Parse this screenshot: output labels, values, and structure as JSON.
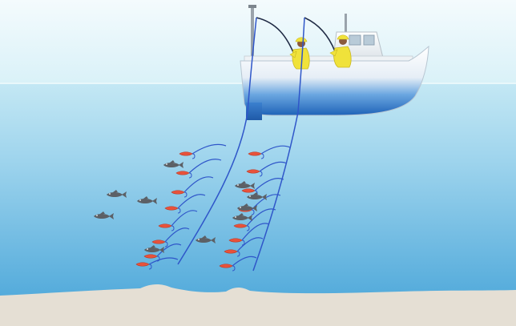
{
  "scene": {
    "sky_color_top": "#f4fbfd",
    "sky_color_bottom": "#d9f1f8",
    "water_color_top": "#bfe6f3",
    "water_color_bottom": "#5fb3de",
    "seabed_color": "#e5dfd4",
    "line_color": "#2f56c9",
    "lure_color": "#e8523b",
    "fish_color": "#5c6066",
    "boat_hull_top": "#ffffff",
    "boat_hull_bottom": "#2b79c9",
    "fisherman_color": "#f0e23a",
    "fisherman_count": 2,
    "longline_count": 2,
    "fish_count": 10
  }
}
